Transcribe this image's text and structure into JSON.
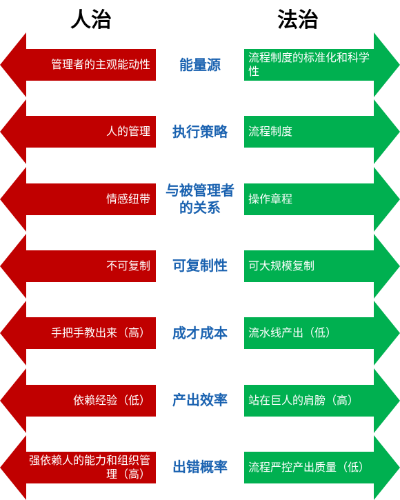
{
  "headers": {
    "left": "人治",
    "right": "法治"
  },
  "colors": {
    "left_arrow": "#c00000",
    "right_arrow": "#00b050",
    "center_text": "#1a62b0"
  },
  "rows": [
    {
      "left": "管理者的主观能动性",
      "center": "能量源",
      "right": "流程制度的标准化和科学性"
    },
    {
      "left": "人的管理",
      "center": "执行策略",
      "right": "流程制度"
    },
    {
      "left": "情感纽带",
      "center": "与被管理者的关系",
      "right": "操作章程"
    },
    {
      "left": "不可复制",
      "center": "可复制性",
      "right": "可大规模复制"
    },
    {
      "left": "手把手教出来（高）",
      "center": "成才成本",
      "right": "流水线产出（低）"
    },
    {
      "left": "依赖经验（低）",
      "center": "产出效率",
      "right": "站在巨人的肩膀（高）"
    },
    {
      "left": "强依赖人的能力和组织管理（高）",
      "center": "出错概率",
      "right": "流程严控产出质量（低）"
    }
  ]
}
